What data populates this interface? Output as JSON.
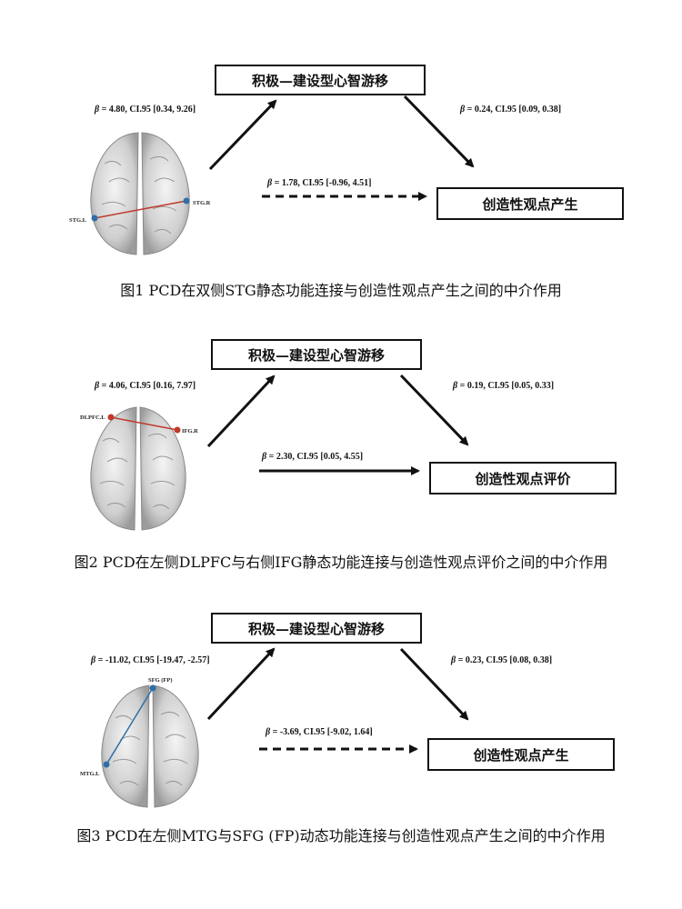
{
  "figures": [
    {
      "mediator": "积极—建设型心智游移",
      "outcome": "创造性观点产生",
      "path_a": "β = 4.80, CI.95 [0.34, 9.26]",
      "path_b": "β = 0.24, CI.95 [0.09, 0.38]",
      "path_c": "β = 1.78, CI.95 [-0.96, 4.51]",
      "direct_significant": false,
      "node1": "STG.L",
      "node2": "STG.R",
      "connection_color": "#c0392b",
      "caption": "图1  PCD在双侧STG静态功能连接与创造性观点产生之间的中介作用"
    },
    {
      "mediator": "积极—建设型心智游移",
      "outcome": "创造性观点评价",
      "path_a": "β = 4.06, CI.95 [0.16, 7.97]",
      "path_b": "β = 0.19, CI.95 [0.05, 0.33]",
      "path_c": "β = 2.30, CI.95 [0.05, 4.55]",
      "direct_significant": true,
      "node1": "DLPFC.L",
      "node2": "IFG.R",
      "connection_color": "#c0392b",
      "caption": "图2  PCD在左侧DLPFC与右侧IFG静态功能连接与创造性观点评价之间的中介作用"
    },
    {
      "mediator": "积极—建设型心智游移",
      "outcome": "创造性观点产生",
      "path_a": "β = -11.02, CI.95 [-19.47, -2.57]",
      "path_b": "β = 0.23, CI.95 [0.08, 0.38]",
      "path_c": "β = -3.69, CI.95 [-9.02, 1.64]",
      "direct_significant": false,
      "node1": "MTG.L",
      "node2": "SFG (FP)",
      "connection_color": "#2e6fa8",
      "caption": "图3  PCD在左侧MTG与SFG (FP)动态功能连接与创造性观点产生之间的中介作用"
    }
  ]
}
